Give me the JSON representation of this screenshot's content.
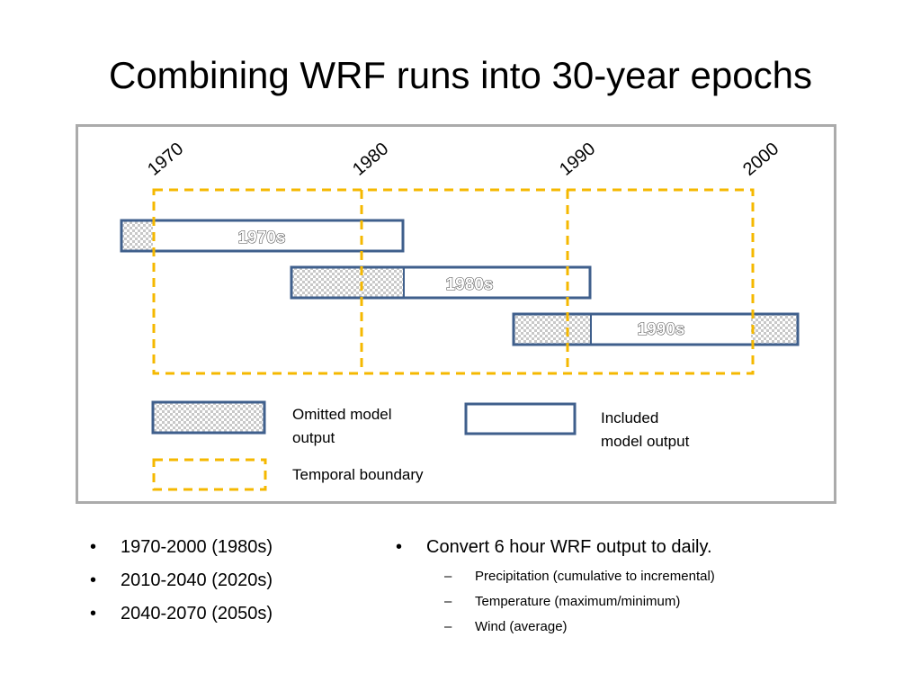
{
  "slide": {
    "title": "Combining WRF runs into 30-year epochs"
  },
  "diagram": {
    "years": [
      "1970",
      "1980",
      "1990",
      "2000"
    ],
    "runs": [
      "1970s",
      "1980s",
      "1990s"
    ],
    "legend": {
      "omitted_line1": "Omitted model",
      "omitted_line2": "output",
      "included_line1": "Included",
      "included_line2": "model output",
      "boundary": "Temporal boundary"
    },
    "colors": {
      "boundary": "#f5b800",
      "bar_border": "#3f5f8c",
      "hatch_light": "#ffffff",
      "hatch_dark": "#c8c8c8",
      "frame": "#ababab"
    }
  },
  "bullets_left": [
    "1970-2000 (1980s)",
    "2010-2040 (2020s)",
    "2040-2070 (2050s)"
  ],
  "bullets_right": {
    "main": "Convert 6 hour WRF output to daily.",
    "sub": [
      "Precipitation (cumulative to incremental)",
      "Temperature (maximum/minimum)",
      "Wind (average)"
    ],
    "bullet_symbol": "•",
    "dash_symbol": "–"
  }
}
